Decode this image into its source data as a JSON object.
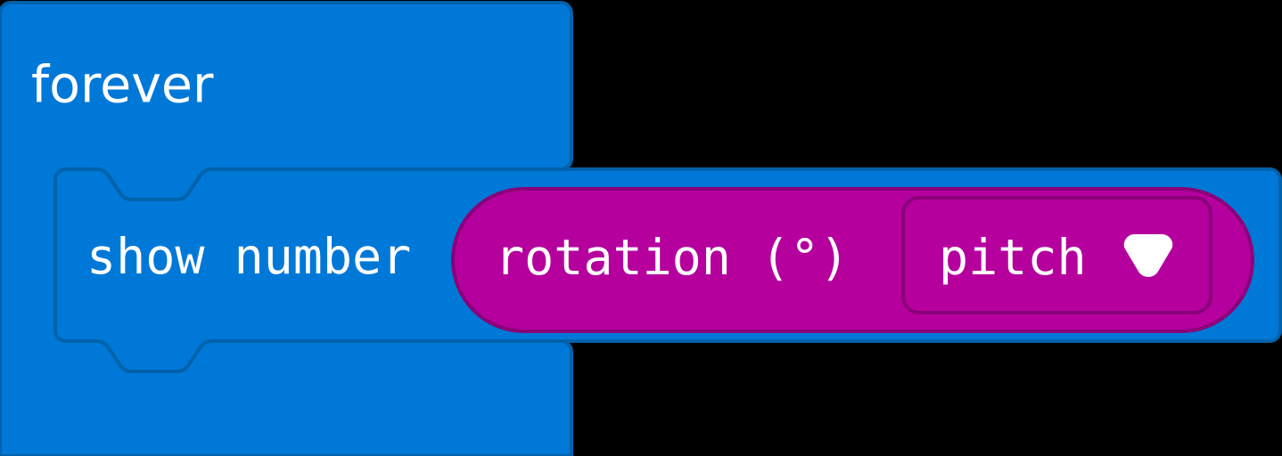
{
  "workspace": {
    "background_color": "#000000",
    "name": "makecode-blocks-workspace"
  },
  "blocks": {
    "loop_block": {
      "label": "forever",
      "kind": "loop",
      "fill_color": "#0078d7",
      "border_color": "#0062ab",
      "text_color": "#ffffff"
    },
    "statement_block": {
      "label": "show number",
      "kind": "statement",
      "fill_color": "#0078d7",
      "border_color": "#0062ab",
      "text_color": "#ffffff"
    },
    "reporter_block": {
      "label": "rotation (°)",
      "kind": "reporter",
      "fill_color": "#b5009e",
      "border_color": "#8a0079",
      "text_color": "#ffffff",
      "dropdown": {
        "value": "pitch",
        "icon": "chevron-down-icon",
        "field_fill": "#b5009e",
        "field_border": "#8a0079",
        "text_color": "#ffffff",
        "options": [
          "pitch"
        ]
      }
    }
  }
}
